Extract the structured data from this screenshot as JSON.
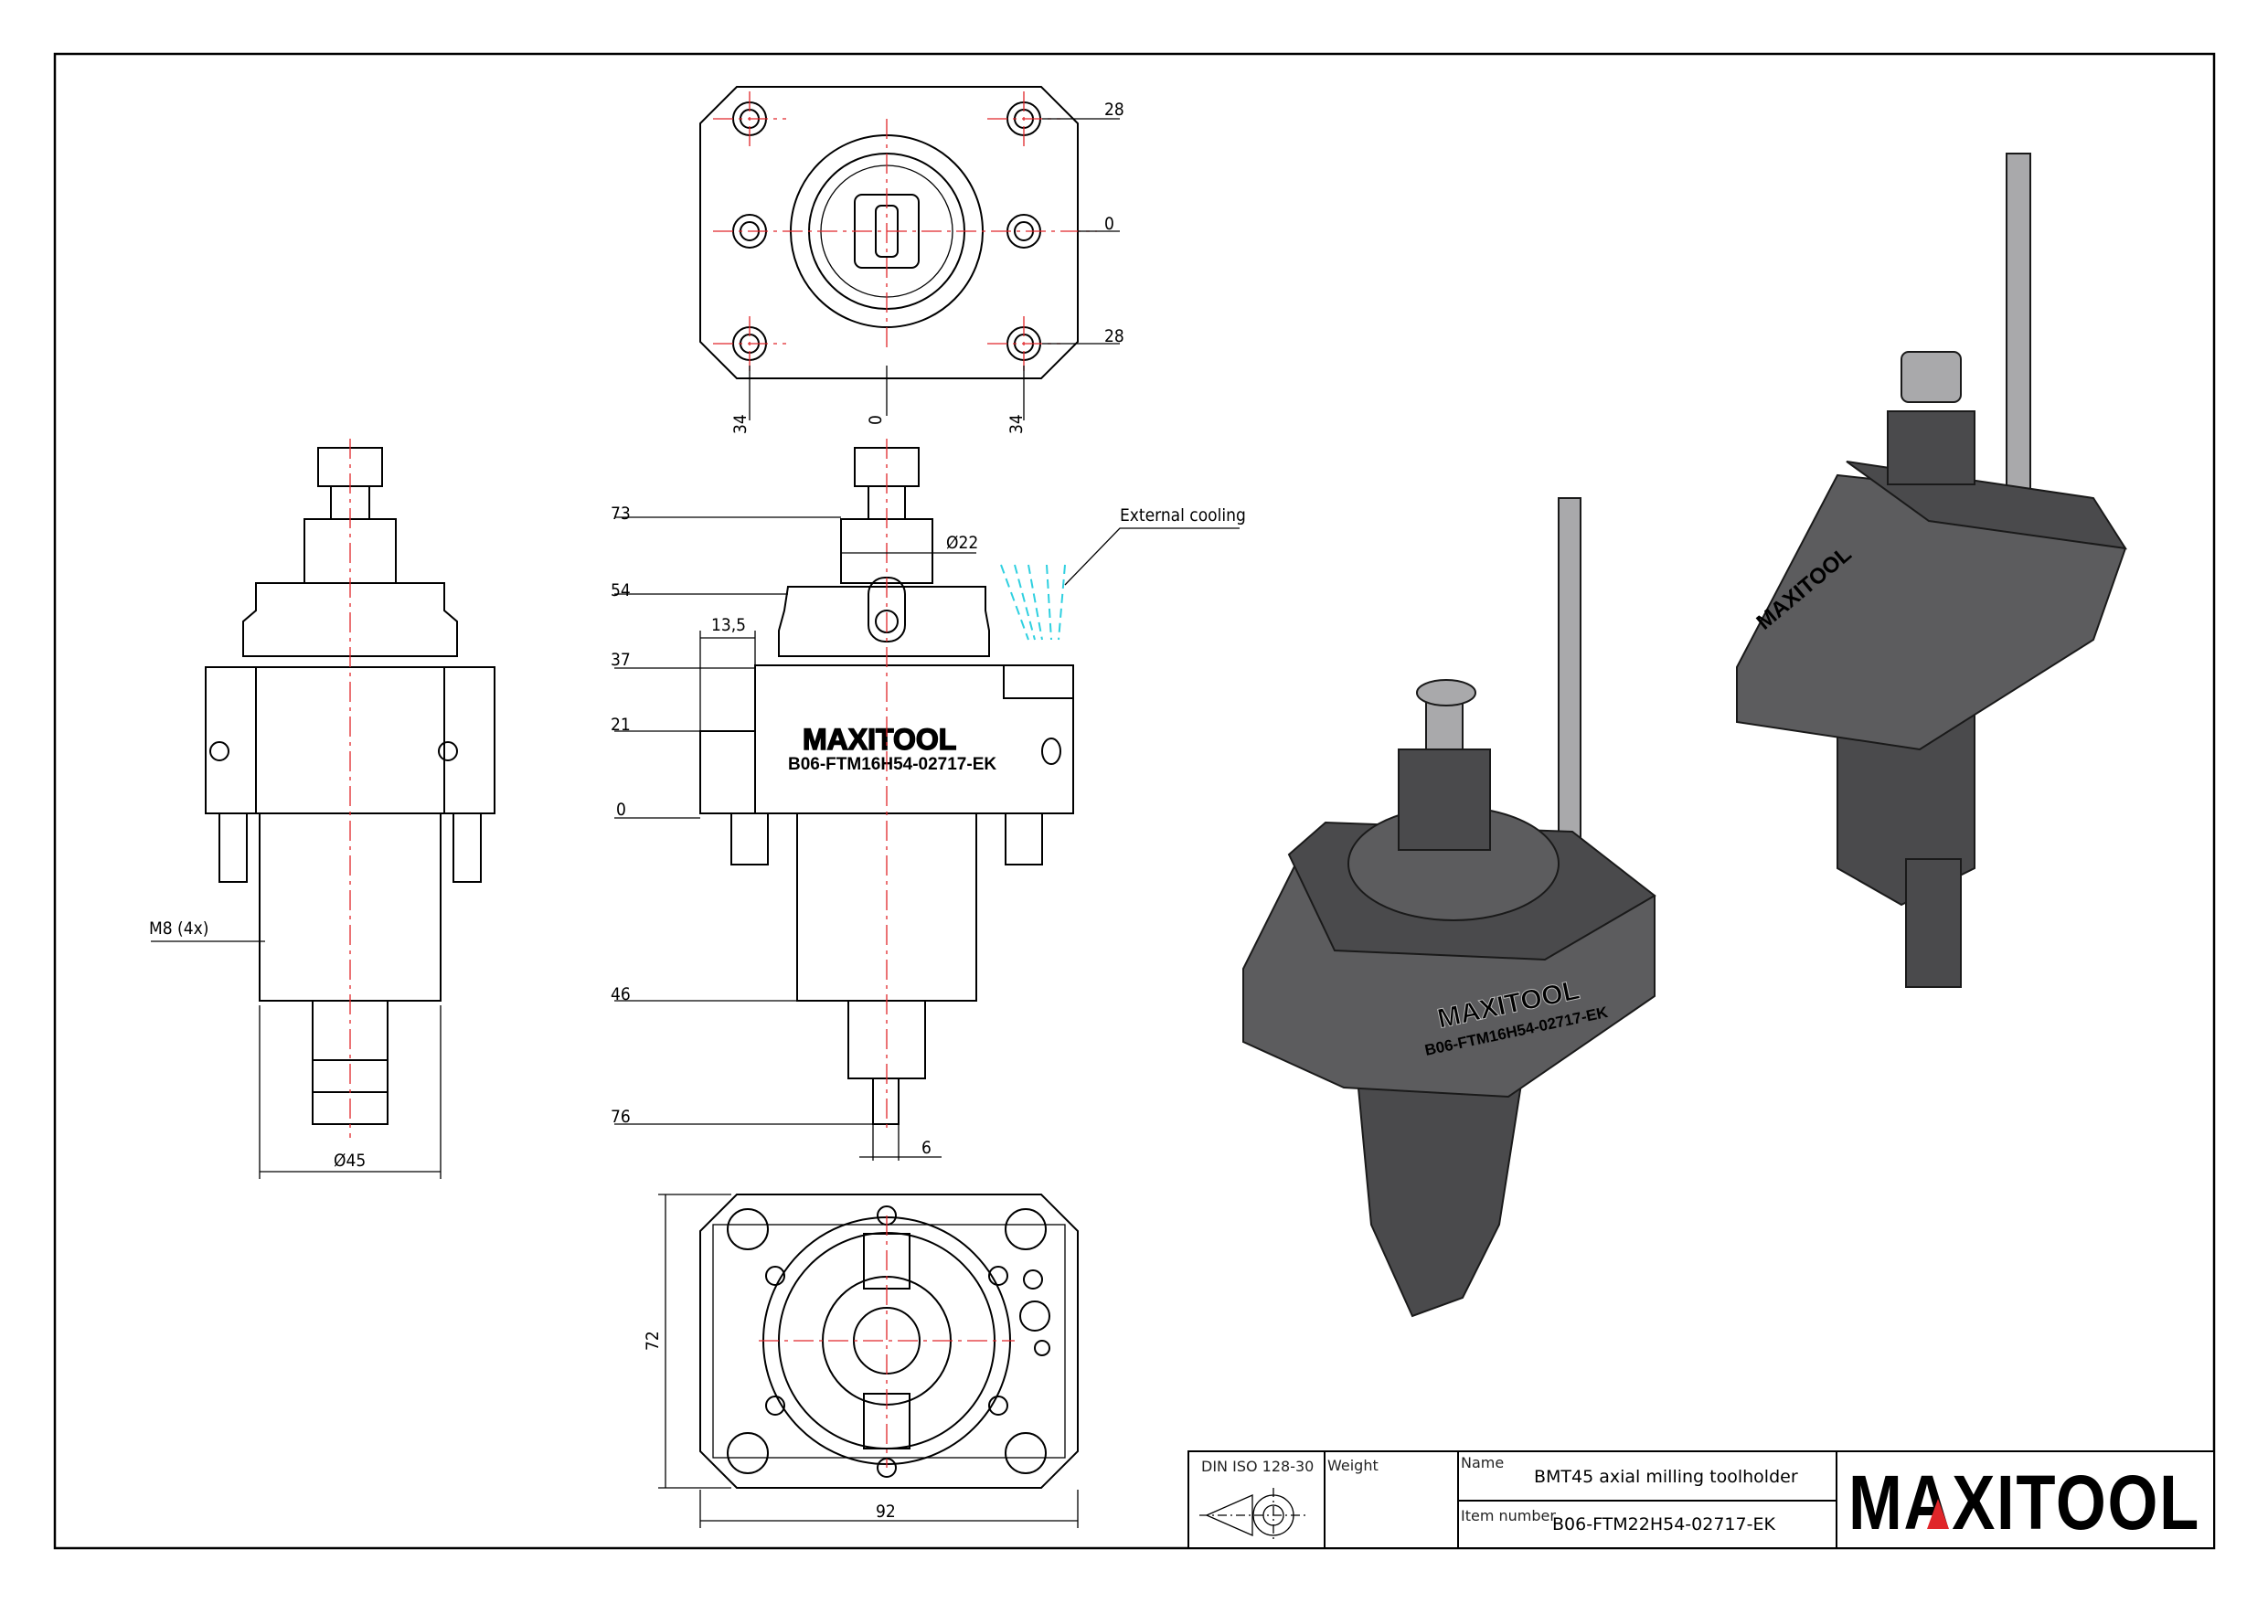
{
  "drawing": {
    "top_view_dims": {
      "y_top": "28",
      "y_mid": "0",
      "y_bottom": "28",
      "x_left": "34",
      "x_mid": "0",
      "x_right": "34"
    },
    "front_view_dims": {
      "h73": "73",
      "h54": "54",
      "h37": "37",
      "h21": "21",
      "h0": "0",
      "h46": "46",
      "h76": "76",
      "offset": "13,5",
      "diameter": "Ø22",
      "tip_width": "6",
      "callout": "External cooling",
      "engraving_logo": "MAXITOOL",
      "engraving_code": "B06-FTM16H54-02717-EK"
    },
    "side_view_dims": {
      "thread": "M8 (4x)",
      "diameter": "Ø45"
    },
    "bottom_view_dims": {
      "height": "72",
      "width": "92"
    },
    "iso_view": {
      "engraving_logo": "MAXITOOL",
      "engraving_code": "B06-FTM16H54-02717-EK"
    },
    "accent_color": "#e0262a",
    "cooling_color": "#2fd0e0"
  },
  "title_block": {
    "standard": "DIN ISO 128-30",
    "weight_label": "Weight",
    "name_label": "Name",
    "name_value": "BMT45 axial milling toolholder",
    "item_label": "Item number",
    "item_value": "B06-FTM22H54-02717-EK",
    "logo": "MAXITOOL"
  }
}
